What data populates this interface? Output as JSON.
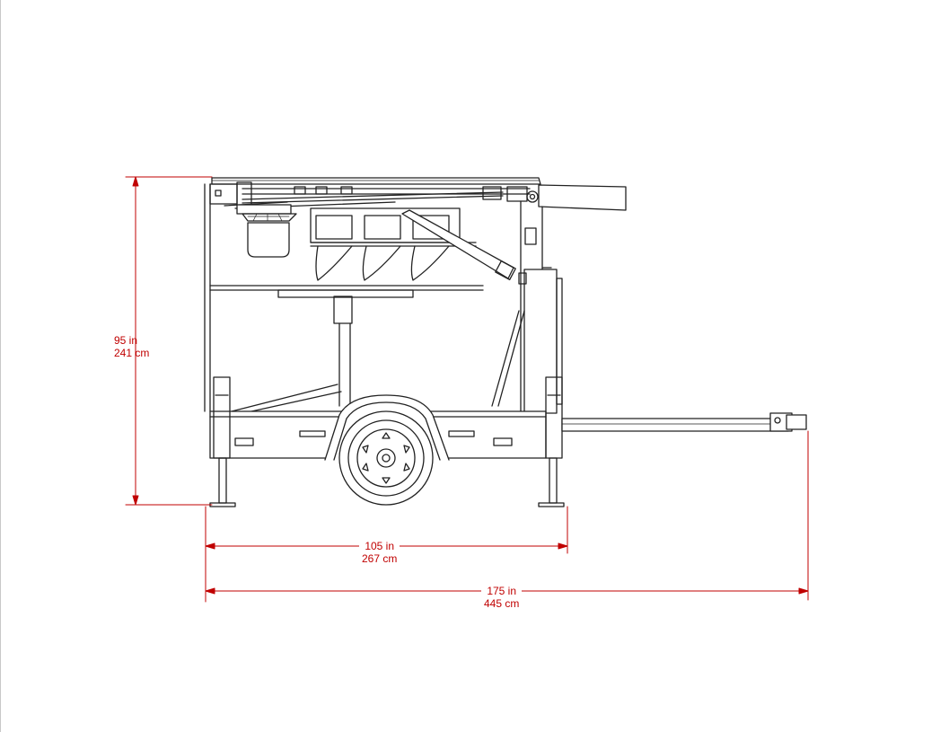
{
  "colors": {
    "dimension": "#c00000",
    "line": "#222222",
    "background": "#ffffff"
  },
  "dimensions": {
    "height": {
      "imperial": "95 in",
      "metric": "241 cm"
    },
    "wheelbase": {
      "imperial": "105 in",
      "metric": "267 cm"
    },
    "overall_length": {
      "imperial": "175 in",
      "metric": "445 cm"
    }
  }
}
